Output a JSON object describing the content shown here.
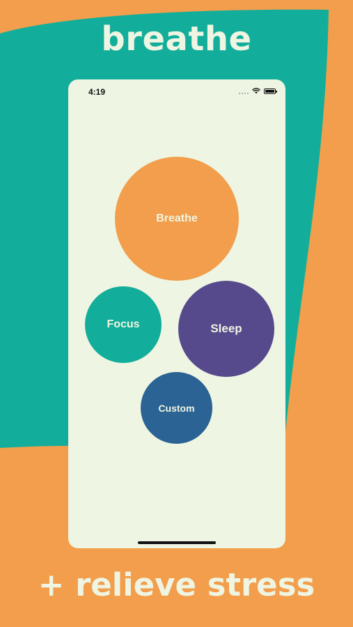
{
  "colors": {
    "background_orange": "#F29E4C",
    "background_teal": "#13AE9B",
    "screen_background": "#EEF5E2",
    "breathe": "#F29E4C",
    "focus": "#13AE9B",
    "sleep": "#574A8C",
    "custom": "#2B6394"
  },
  "headline": {
    "top": "breathe",
    "bottom": "+ relieve stress"
  },
  "status_bar": {
    "time": "4:19",
    "icons": [
      "signal-icon",
      "wifi-icon",
      "battery-icon"
    ]
  },
  "bubbles": {
    "breathe": "Breathe",
    "focus": "Focus",
    "sleep": "Sleep",
    "custom": "Custom"
  }
}
